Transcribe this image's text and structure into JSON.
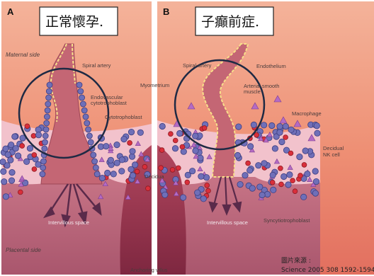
{
  "panel_a": {
    "letter": "A",
    "title": "正常懷孕.",
    "labels": {
      "maternal_side": "Maternal side",
      "spiral_artery": "Spiral artery",
      "endovascular": "Endovascular",
      "cytotrophoblast_line2": "cytotrophoblast",
      "cytotrophoblast": "Cytotrophoblast",
      "intervillous_space": "Intervillous space",
      "placental_side": "Placental side"
    }
  },
  "panel_b": {
    "letter": "B",
    "title": "子癲前症.",
    "labels": {
      "spiral_artery": "Spiral artery",
      "endothelium": "Endothelium",
      "arterial_smooth": "Arterial smooth",
      "muscle": "muscle",
      "macrophage": "Macrophage",
      "decidual": "Decidual",
      "nk_cell": "NK cell",
      "intervillous_space": "Intervillous space",
      "syncytiotrophoblast": "Syncytiotrophoblast"
    }
  },
  "shared_labels": {
    "myometrium": "Myometrium",
    "decidua": "Decidua",
    "anchoring_villus": "Anchoring villus"
  },
  "source": {
    "line1": "圖片來源 :",
    "line2": "Science 2005 308 1592-1594"
  }
}
